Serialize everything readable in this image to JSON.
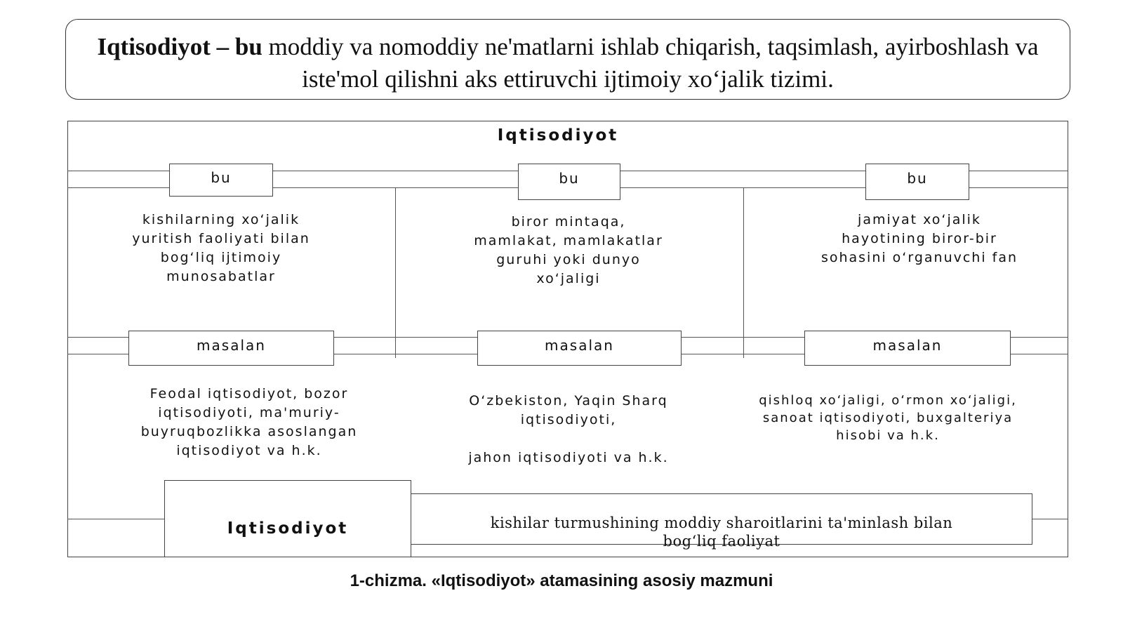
{
  "definition": {
    "bold_part": "Iqtisodiyot – bu",
    "rest": " moddiy va nomoddiy ne'matlarni ishlab chiqarish, taqsimlash, ayirboshlash va iste'mol qilishni aks ettiruvchi ijtimoiy xo‘jalik tizimi."
  },
  "diagram": {
    "title": "Iqtisodiyot",
    "columns": [
      {
        "bu_label": "bu",
        "meaning": "kishilarning xo‘jalik\nyuritish faoliyati bilan\nbog‘liq ijtimoiy\nmunosabatlar",
        "example_label": "masalan",
        "examples": "Feodal iqtisodiyot, bozor\niqtisodiyoti, ma'muriy-\nbuyruqbozlikka asoslangan\niqtisodiyot va h.k."
      },
      {
        "bu_label": "bu",
        "meaning": "biror mintaqa,\nmamlakat, mamlakatlar\nguruhi yoki dunyo\nxo‘jaligi",
        "example_label": "masalan",
        "examples": "O‘zbekiston, Yaqin Sharq\niqtisodiyoti,\n\njahon iqtisodiyoti va h.k."
      },
      {
        "bu_label": "bu",
        "meaning": "jamiyat xo‘jalik\nhayotining biror-bir\nsohasini o‘rganuvchi fan",
        "example_label": "masalan",
        "examples": "qishloq xo‘jaligi, o‘rmon xo‘jaligi,\nsanoat iqtisodiyoti, buxgalteriya\nhisobi va h.k."
      }
    ],
    "bottom_label": "Iqtisodiyot",
    "bottom_text": "kishilar  turmushining  moddiy  sharoitlarini  ta'minlash bilan\nbog‘liq  faoliyat"
  },
  "caption": "1-chizma. «Iqtisodiyot» atamasining asosiy mazmuni"
}
